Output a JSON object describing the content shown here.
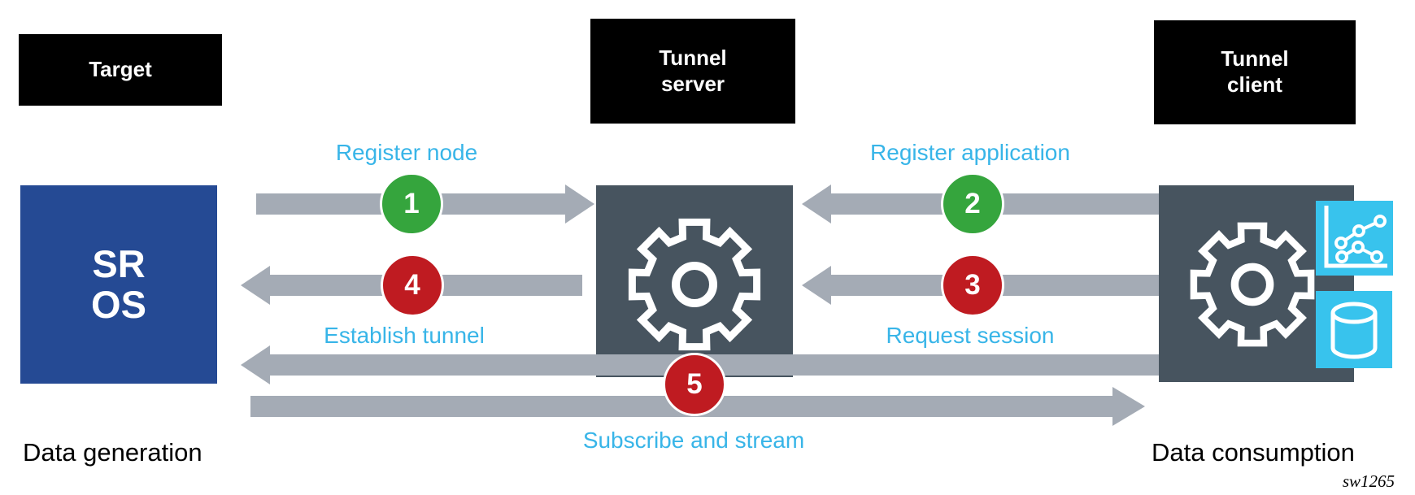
{
  "diagram": {
    "title_boxes": {
      "target": {
        "label": "Target"
      },
      "tunnel_server": {
        "lines": [
          "Tunnel",
          "server"
        ]
      },
      "tunnel_client": {
        "lines": [
          "Tunnel",
          "client"
        ]
      }
    },
    "nodes": {
      "sros": {
        "lines": [
          "SR",
          "OS"
        ],
        "color": "#254a94"
      },
      "tunnel_server_node": {
        "icon": "gear-icon",
        "color": "#47545f"
      },
      "tunnel_client_node": {
        "icon": "gear-icon",
        "color": "#47545f",
        "attached_icons": [
          "line-chart-icon",
          "database-icon"
        ]
      }
    },
    "steps": [
      {
        "number": "1",
        "label": "Register node",
        "circle_color": "#35a53d",
        "arrow_direction": "right"
      },
      {
        "number": "2",
        "label": "Register application",
        "circle_color": "#35a53d",
        "arrow_direction": "left"
      },
      {
        "number": "3",
        "label": "Request session",
        "circle_color": "#bf1b21",
        "arrow_direction": "left"
      },
      {
        "number": "4",
        "label": "Establish tunnel",
        "circle_color": "#bf1b21",
        "arrow_direction": "left"
      },
      {
        "number": "5",
        "label": "Subscribe and stream",
        "circle_color": "#bf1b21",
        "arrow_direction": "both"
      }
    ],
    "footer": {
      "left": "Data generation",
      "right": "Data consumption",
      "figure_id": "sw1265"
    },
    "colors": {
      "header_box": "#000000",
      "node_blue": "#254a94",
      "node_slate": "#47545f",
      "arrow_gray": "#a4abb5",
      "step_green": "#35a53d",
      "step_red": "#bf1b21",
      "label_cyan": "#38b5e8",
      "icon_cyan": "#38c3ed",
      "text_black": "#000000",
      "text_white": "#ffffff"
    }
  }
}
